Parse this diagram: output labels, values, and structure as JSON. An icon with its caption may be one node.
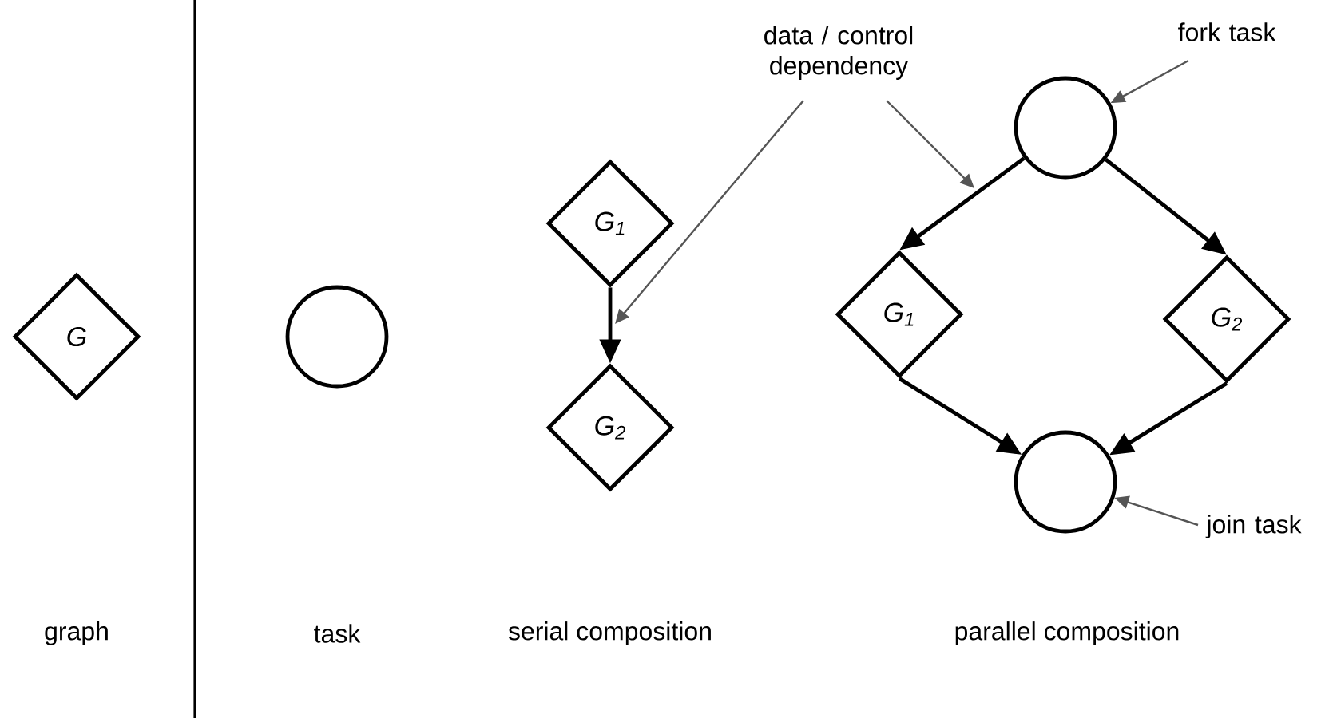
{
  "diagram": {
    "nodes": [
      {
        "text": [
          "G"
        ]
      },
      {
        "text": [],
        "shape": "circle"
      },
      {
        "text": [
          "G$_{1}$"
        ]
      },
      {
        "text": [
          "G$_{2}$"
        ]
      },
      {
        "text": [],
        "shape": "circle"
      },
      {
        "text": [
          "G$_{1}$"
        ]
      },
      {
        "text": [
          "G$_{2}$"
        ]
      },
      {
        "text": [],
        "shape": "circle"
      },
      {
        "text": [
          "data / control dependency"
        ]
      },
      {
        "text": [
          "fork task"
        ]
      },
      {
        "text": [
          "join task"
        ]
      }
    ],
    "edges": [
      {
        "from": 2,
        "to": 3,
        "arrow": "to"
      },
      {
        "from": 4,
        "to": 5,
        "arrow": "to"
      },
      {
        "from": 4,
        "to": 6,
        "arrow": "to"
      },
      {
        "from": 5,
        "to": 7,
        "arrow": "to"
      },
      {
        "from": 6,
        "to": 7,
        "arrow": "to"
      },
      {
        "from": 8,
        "to": null,
        "arrow": "to",
        "color": "#555555"
      },
      {
        "from": 8,
        "to": null,
        "arrow": "to",
        "color": "#555555"
      },
      {
        "from": 9,
        "to": 4,
        "arrow": "to",
        "color": "#555555"
      },
      {
        "from": 10,
        "to": 7,
        "arrow": "to",
        "color": "#555555"
      }
    ],
    "labels": [
      "graph",
      "task",
      "serial composition",
      "parallel composition"
    ]
  }
}
